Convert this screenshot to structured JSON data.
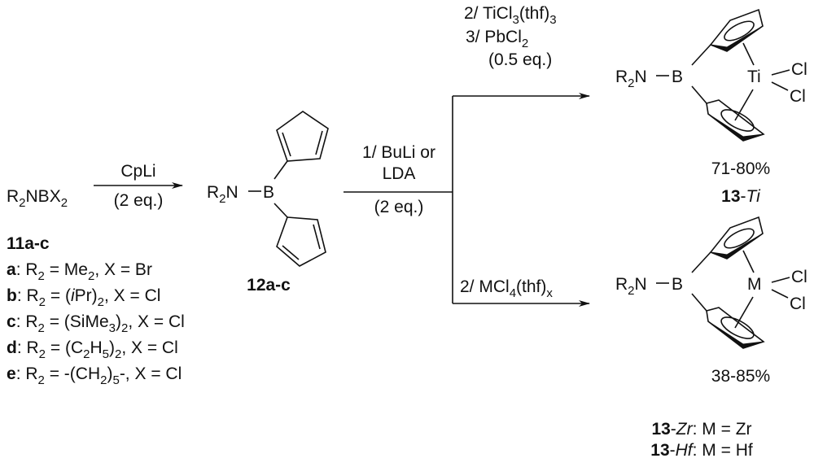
{
  "reactant": {
    "r": "R",
    "r_sub": "2",
    "rest": "NBX",
    "x_sub": "2"
  },
  "step1": {
    "reagent": "CpLi",
    "eq": "(2 eq.)"
  },
  "list": {
    "title": "11a-c",
    "items": [
      {
        "key": "a",
        "parts": [
          ": R",
          "2",
          " = Me",
          "2",
          ", X = Br"
        ]
      },
      {
        "key": "b",
        "parts": [
          ": R",
          "2",
          " = (",
          "i",
          "Pr)",
          "2",
          ", X = Cl"
        ]
      },
      {
        "key": "c",
        "parts": [
          ": R",
          "2",
          " = (SiMe",
          "3",
          ")",
          "2",
          ", X = Cl"
        ]
      },
      {
        "key": "d",
        "parts": [
          ": R",
          "2",
          " = (C",
          "2",
          "H",
          "5",
          ")",
          "2",
          ", X = Cl"
        ]
      },
      {
        "key": "e",
        "parts": [
          ": R",
          "2",
          " = -(CH",
          "2",
          ")",
          "5",
          "-, X = Cl"
        ]
      }
    ]
  },
  "intermediate": {
    "r": "R",
    "r_sub": "2",
    "n": "N",
    "b": "B",
    "label": "12a-c"
  },
  "step2": {
    "line1": "1/ BuLi or",
    "line2": "LDA",
    "eq": "(2 eq.)"
  },
  "upper_branch": {
    "l1": "2/ TiCl",
    "l1_sub": "3",
    "l1_b": "(thf)",
    "l1_sub2": "3",
    "l2": "3/ PbCl",
    "l2_sub": "2",
    "l3": "(0.5 eq.)"
  },
  "lower_branch": {
    "l1": "2/ MCl",
    "l1_sub": "4",
    "l1_b": "(thf)",
    "l1_sub2": "x"
  },
  "product_ti": {
    "r": "R",
    "r_sub": "2",
    "n": "N",
    "b": "B",
    "metal": "Ti",
    "cl1": "Cl",
    "cl2": "Cl",
    "yield": "71-80%",
    "label_num": "13",
    "label_dash": "-",
    "label_metal": "Ti"
  },
  "product_m": {
    "r": "R",
    "r_sub": "2",
    "n": "N",
    "b": "B",
    "metal": "M",
    "cl1": "Cl",
    "cl2": "Cl",
    "yield": "38-85%",
    "zr_num": "13",
    "zr_dash": "-",
    "zr_metal": "Zr",
    "zr_rest": ": M = Zr",
    "hf_num": "13",
    "hf_dash": "-",
    "hf_metal": "Hf",
    "hf_rest": ": M = Hf"
  }
}
